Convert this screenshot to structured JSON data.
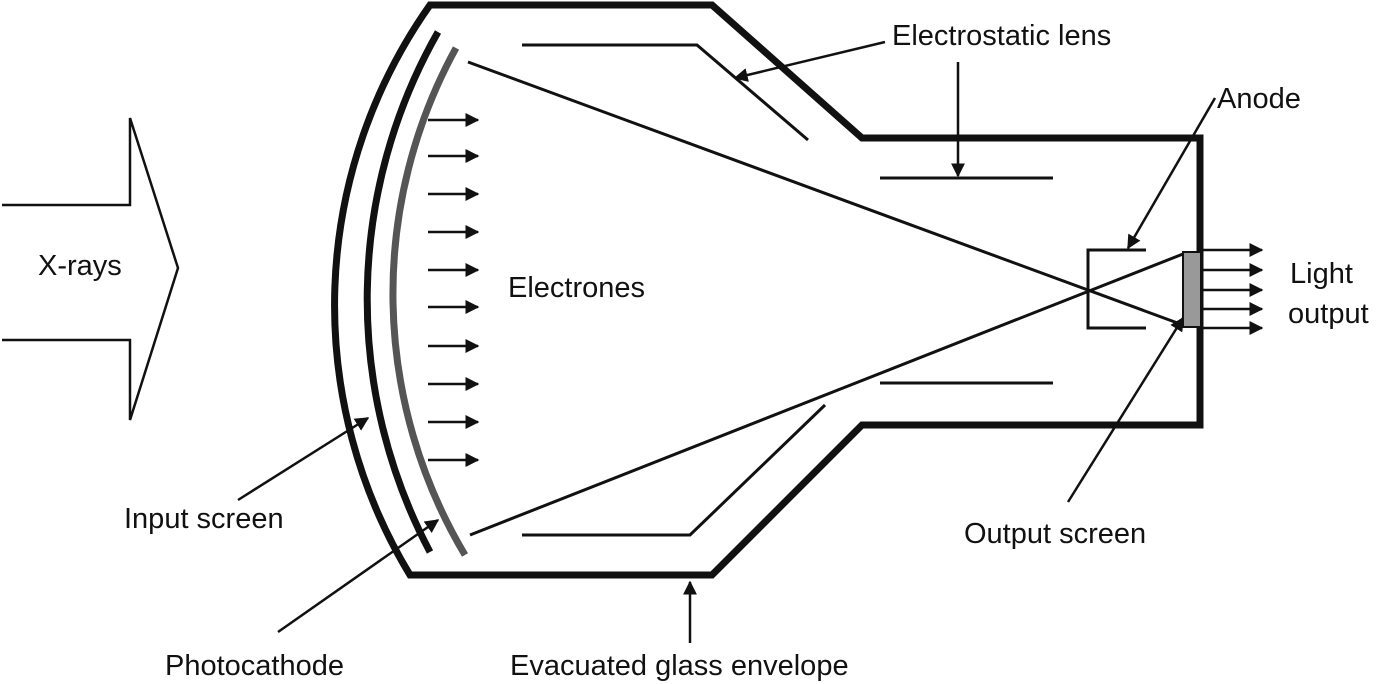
{
  "colors": {
    "ink": "#111111",
    "input_screen_layer": "#555555",
    "output_screen_fill": "#999999",
    "background": "#ffffff"
  },
  "labels": {
    "xrays": "X-rays",
    "electrons": "Electrones",
    "electrostatic_lens": "Electrostatic lens",
    "anode": "Anode",
    "light_output_line1": "Light",
    "light_output_line2": "output",
    "input_screen": "Input screen",
    "photocathode": "Photocathode",
    "output_screen": "Output screen",
    "evacuated_glass_envelope": "Evacuated glass envelope"
  }
}
